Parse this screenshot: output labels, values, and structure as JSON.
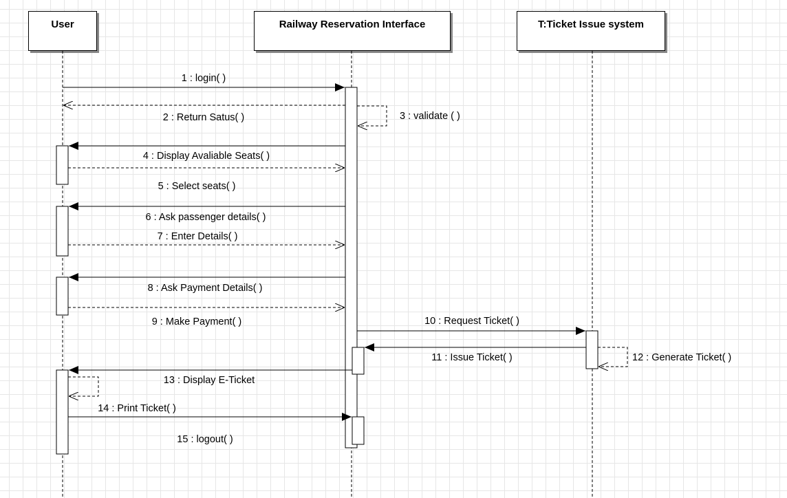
{
  "lifelines": [
    {
      "id": "user",
      "name": "User"
    },
    {
      "id": "rri",
      "name": "Railway Reservation Interface"
    },
    {
      "id": "tis",
      "name": "T:Ticket Issue system"
    }
  ],
  "messages": [
    {
      "num": 1,
      "label": "1 : login( )",
      "from": "user",
      "to": "rri",
      "kind": "call"
    },
    {
      "num": 2,
      "label": "2 : Return Satus( )",
      "from": "rri",
      "to": "user",
      "kind": "return"
    },
    {
      "num": 3,
      "label": "3 : validate ( )",
      "from": "rri",
      "to": "rri",
      "kind": "self-return"
    },
    {
      "num": 4,
      "label": "4 : Display Avaliable Seats( )",
      "from": "rri",
      "to": "user",
      "kind": "call"
    },
    {
      "num": 5,
      "label": "5 : Select seats( )",
      "from": "user",
      "to": "rri",
      "kind": "return"
    },
    {
      "num": 6,
      "label": "6 : Ask passenger details( )",
      "from": "rri",
      "to": "user",
      "kind": "call"
    },
    {
      "num": 7,
      "label": "7 : Enter Details( )",
      "from": "user",
      "to": "rri",
      "kind": "return"
    },
    {
      "num": 8,
      "label": "8 : Ask Payment Details( )",
      "from": "rri",
      "to": "user",
      "kind": "call"
    },
    {
      "num": 9,
      "label": "9 : Make Payment( )",
      "from": "user",
      "to": "rri",
      "kind": "return"
    },
    {
      "num": 10,
      "label": "10 : Request Ticket( )",
      "from": "rri",
      "to": "tis",
      "kind": "call"
    },
    {
      "num": 11,
      "label": "11 : Issue Ticket( )",
      "from": "tis",
      "to": "rri",
      "kind": "call"
    },
    {
      "num": 12,
      "label": "12 : Generate Ticket( )",
      "from": "tis",
      "to": "tis",
      "kind": "self-return"
    },
    {
      "num": 13,
      "label": "13 : Display E-Ticket",
      "from": "rri",
      "to": "user",
      "kind": "call"
    },
    {
      "num": 14,
      "label": "14 : Print Ticket( )",
      "from": "user",
      "to": "user",
      "kind": "self-return"
    },
    {
      "num": 15,
      "label": "15 : logout( )",
      "from": "user",
      "to": "rri",
      "kind": "call"
    }
  ]
}
